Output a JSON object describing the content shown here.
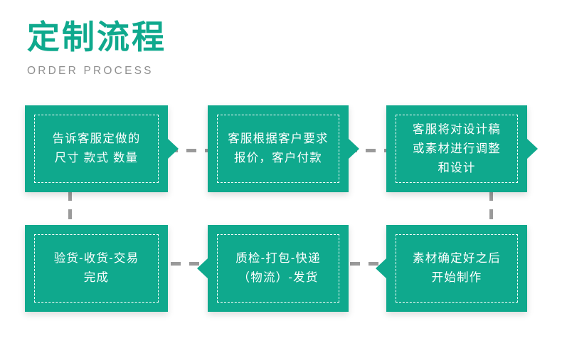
{
  "header": {
    "title": "定制流程",
    "subtitle": "ORDER PROCESS"
  },
  "colors": {
    "accent": "#0FA98D",
    "title": "#0FA98D",
    "subtitle": "#8f8f8f",
    "connector": "#9a9a9a",
    "box_text": "#ffffff",
    "background": "#ffffff"
  },
  "steps": [
    {
      "id": "step-1",
      "order": 1,
      "text": "告诉客服定做的\n尺寸 款式 数量",
      "arrow": "right"
    },
    {
      "id": "step-2",
      "order": 2,
      "text": "客服根据客户要求\n报价，客户付款",
      "arrow": "right"
    },
    {
      "id": "step-3",
      "order": 3,
      "text": "客服将对设计稿\n或素材进行调整\n和设计",
      "arrow": "right"
    },
    {
      "id": "step-4",
      "order": 4,
      "text": "素材确定好之后\n开始制作",
      "arrow": "left"
    },
    {
      "id": "step-5",
      "order": 5,
      "text": "质检-打包-快递\n（物流）-发货",
      "arrow": "left"
    },
    {
      "id": "step-6",
      "order": 6,
      "text": "验货-收货-交易\n完成",
      "arrow": "none"
    }
  ]
}
